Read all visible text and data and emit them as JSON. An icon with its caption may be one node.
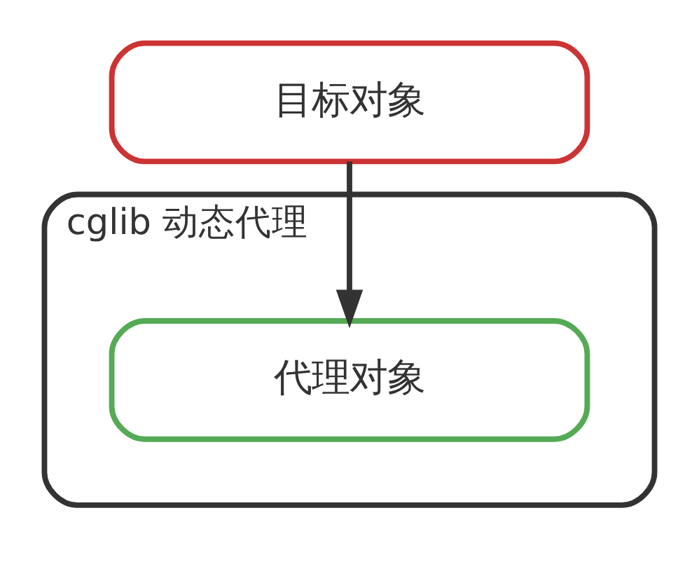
{
  "diagram": {
    "nodes": [
      {
        "text": [
          "目标对象"
        ]
      },
      {
        "text": [
          "cglib 动态代理"
        ]
      },
      {
        "text": [
          "代理对象"
        ],
        "in": 1
      }
    ],
    "edges": [
      {
        "from": 0,
        "to": 2,
        "arrow": "to"
      }
    ]
  }
}
